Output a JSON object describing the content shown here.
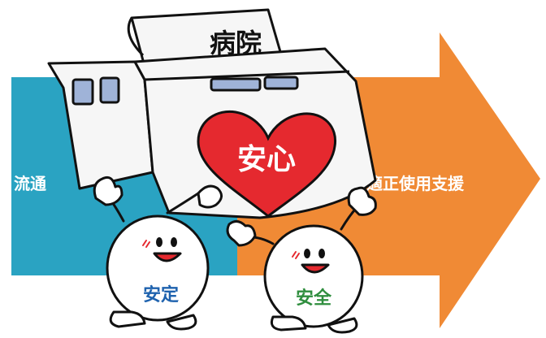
{
  "labels": {
    "hospital": "病院",
    "relief": "安心",
    "left_flow": "流通",
    "right_flow": "適正使用支援",
    "mascot_left": "安定",
    "mascot_right": "安全"
  },
  "colors": {
    "left_band": "#2AA3C2",
    "arrow": "#F08A35",
    "heart": "#E5292F",
    "mascot_left_text": "#1E62AE",
    "mascot_right_text": "#2F8E3E",
    "building_fill": "#F6F6F6",
    "window_fill": "#9FB3D8"
  }
}
